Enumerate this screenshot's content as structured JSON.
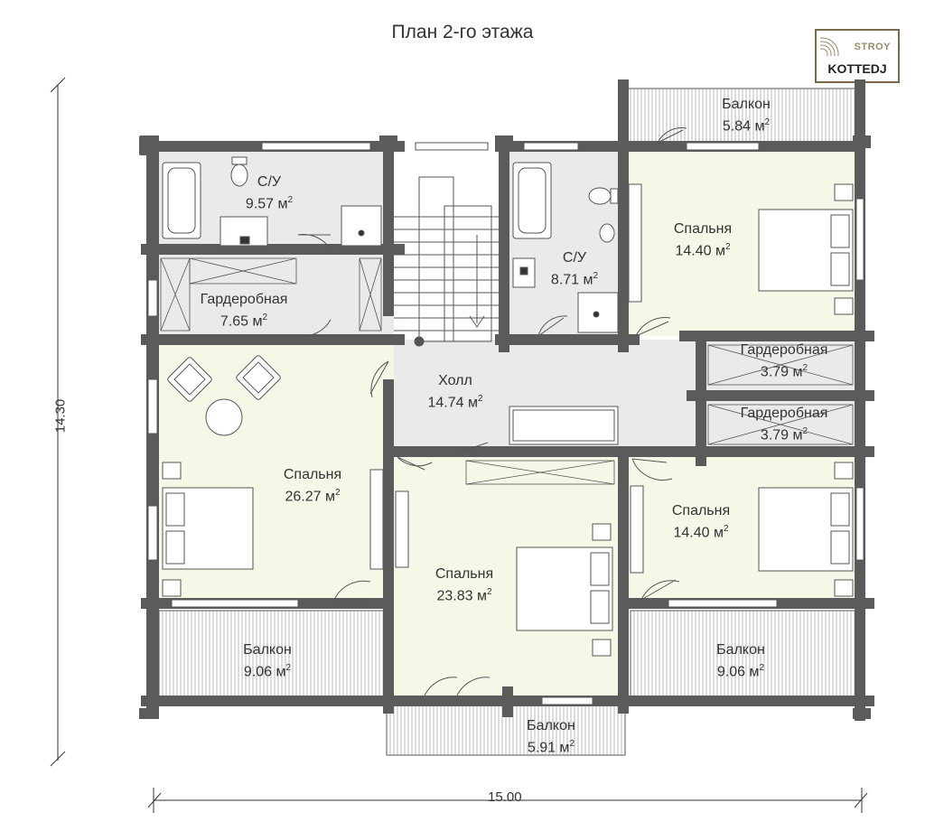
{
  "title": "План 2-го этажа",
  "logo": {
    "top": "STROY",
    "bottom": "KOTTEDJ"
  },
  "dimensions": {
    "width": "15.00",
    "height": "14.30"
  },
  "rooms": [
    {
      "id": "bath-left",
      "name": "С/У",
      "area": "9.57 м",
      "sup": "2"
    },
    {
      "id": "wardrobe-left",
      "name": "Гардеробная",
      "area": "7.65 м",
      "sup": "2"
    },
    {
      "id": "bath-center",
      "name": "С/У",
      "area": "8.71 м",
      "sup": "2"
    },
    {
      "id": "balcony-top",
      "name": "Балкон",
      "area": "5.84 м",
      "sup": "2"
    },
    {
      "id": "bedroom-top-right",
      "name": "Спальня",
      "area": "14.40 м",
      "sup": "2"
    },
    {
      "id": "hall",
      "name": "Холл",
      "area": "14.74 м",
      "sup": "2"
    },
    {
      "id": "wardrobe-right-1",
      "name": "Гардеробная",
      "area": "3.79 м",
      "sup": "2"
    },
    {
      "id": "wardrobe-right-2",
      "name": "Гардеробная",
      "area": "3.79 м",
      "sup": "2"
    },
    {
      "id": "bedroom-left",
      "name": "Спальня",
      "area": "26.27 м",
      "sup": "2"
    },
    {
      "id": "bedroom-center",
      "name": "Спальня",
      "area": "23.83 м",
      "sup": "2"
    },
    {
      "id": "bedroom-bottom-right",
      "name": "Спальня",
      "area": "14.40 м",
      "sup": "2"
    },
    {
      "id": "balcony-bottom-left",
      "name": "Балкон",
      "area": "9.06 м",
      "sup": "2"
    },
    {
      "id": "balcony-bottom-right",
      "name": "Балкон",
      "area": "9.06 м",
      "sup": "2"
    },
    {
      "id": "balcony-bottom-center",
      "name": "Балкон",
      "area": "5.91 м",
      "sup": "2"
    }
  ],
  "colors": {
    "wall": "#5b5b5b",
    "bedroom_fill": "#f7f7e8",
    "wet_fill": "#e9eaea",
    "balcony_fill": "#ffffff",
    "line": "#555555"
  }
}
